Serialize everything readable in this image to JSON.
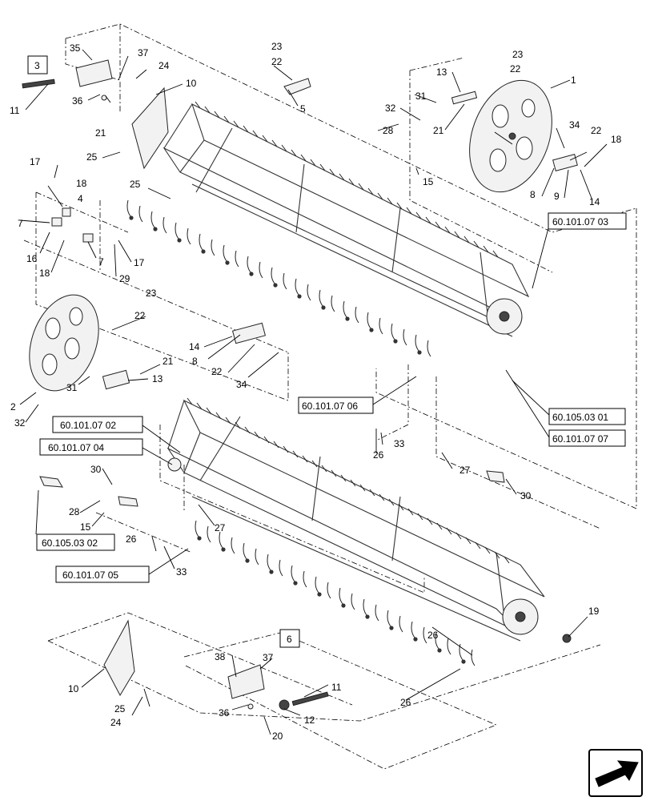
{
  "diagram": {
    "callouts": {
      "c1": "1",
      "c2": "2",
      "c4": "4",
      "c5": "5",
      "c7a": "7",
      "c7b": "7",
      "c8a": "8",
      "c8b": "8",
      "c9": "9",
      "c10a": "10",
      "c10b": "10",
      "c11a": "11",
      "c11b": "11",
      "c12": "12",
      "c13a": "13",
      "c13b": "13",
      "c14a": "14",
      "c14b": "14",
      "c15a": "15",
      "c15b": "15",
      "c16": "16",
      "c17a": "17",
      "c17b": "17",
      "c18a": "18",
      "c18b": "18",
      "c18c": "18",
      "c19": "19",
      "c20": "20",
      "c21a": "21",
      "c21b": "21",
      "c21c": "21",
      "c22a": "22",
      "c22b": "22",
      "c22c": "22",
      "c22d": "22",
      "c22e": "22",
      "c23a": "23",
      "c23b": "23",
      "c23c": "23",
      "c24a": "24",
      "c24b": "24",
      "c25a": "25",
      "c25b": "25",
      "c25c": "25",
      "c26a": "26",
      "c26b": "26",
      "c26c": "26",
      "c26d": "26",
      "c27a": "27",
      "c27b": "27",
      "c28a": "28",
      "c28b": "28",
      "c29": "29",
      "c30a": "30",
      "c30b": "30",
      "c31a": "31",
      "c31b": "31",
      "c32a": "32",
      "c32b": "32",
      "c33a": "33",
      "c33b": "33",
      "c34a": "34",
      "c34b": "34",
      "c35": "35",
      "c36a": "36",
      "c36b": "36",
      "c37a": "37",
      "c37b": "37",
      "c38": "38"
    },
    "boxed": {
      "b3": "3",
      "b6": "6"
    },
    "refs": {
      "r1": "60.101.07 03",
      "r2": "60.101.07 06",
      "r3": "60.105.03 01",
      "r4": "60.101.07 07",
      "r5": "60.101.07 02",
      "r6": "60.101.07 04",
      "r7": "60.105.03 02",
      "r8": "60.101.07 05"
    }
  }
}
